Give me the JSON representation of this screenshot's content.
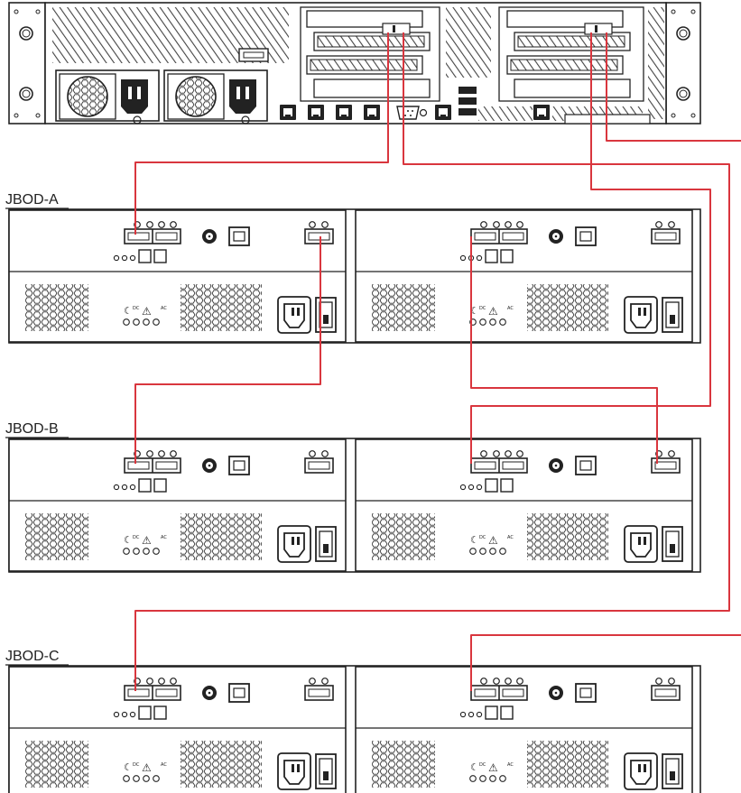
{
  "diagram": {
    "jbods": [
      {
        "label": "JBOD-A"
      },
      {
        "label": "JBOD-B"
      },
      {
        "label": "JBOD-C"
      }
    ],
    "controller_modules_per_jbod": 2,
    "psu_status_glyphs": [
      "☾",
      "DC",
      "⚠",
      "AC"
    ],
    "colors": {
      "cable": "#d9363e",
      "outline": "#222222",
      "hatch": "#444444",
      "background": "#ffffff"
    },
    "icons": [
      "server-chassis-icon",
      "power-supply-icon",
      "ethernet-port-icon",
      "sas-port-icon",
      "usb-port-icon",
      "vga-port-icon",
      "fan-vent-icon",
      "power-socket-icon",
      "power-switch-icon"
    ]
  }
}
